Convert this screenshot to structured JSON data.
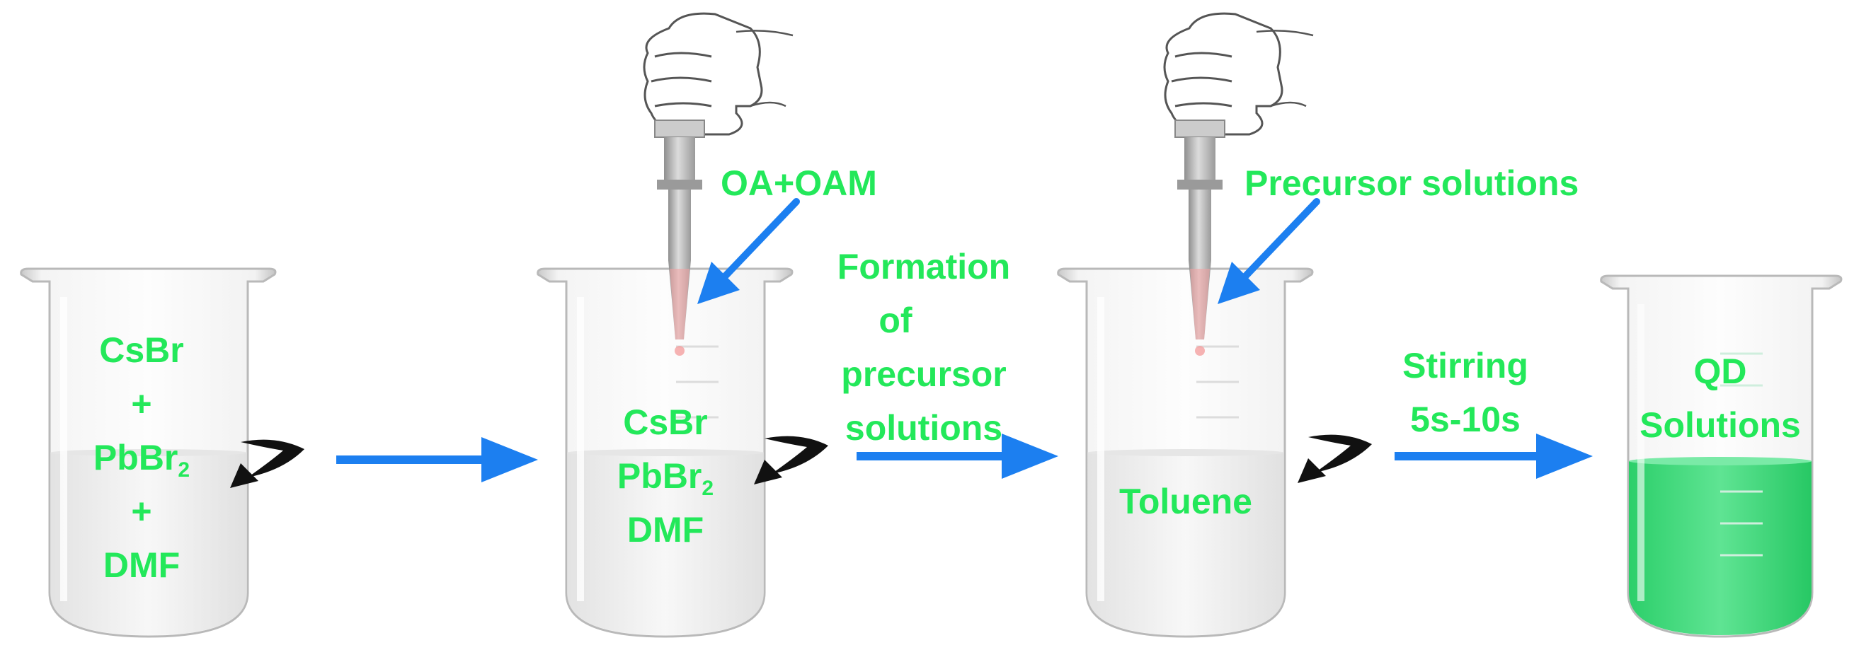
{
  "colors": {
    "label_green": "#23e85a",
    "flow_arrow_blue": "#1c7ff0",
    "stir_arrow_black": "#111111",
    "qd_solution_green": "#3fdc7e",
    "pipette_tip_red": "#f4a0a0"
  },
  "beakers": [
    {
      "id": "beaker-1",
      "lines": [
        "CsBr",
        "+",
        "PbBr",
        "+",
        "DMF"
      ],
      "subscript": "2",
      "subscript_line": 2,
      "liquid": "clear"
    },
    {
      "id": "beaker-2",
      "lines": [
        "CsBr",
        "PbBr",
        "DMF"
      ],
      "subscript": "2",
      "subscript_line": 1,
      "liquid": "clear"
    },
    {
      "id": "beaker-3",
      "lines": [
        "Toluene"
      ],
      "liquid": "clear"
    },
    {
      "id": "beaker-4",
      "lines": [
        "QD",
        "Solutions"
      ],
      "liquid": "green"
    }
  ],
  "pipette_labels": {
    "step2": "OA+OAM",
    "step3": "Precursor solutions"
  },
  "step_labels": {
    "formation": [
      "Formation",
      "of",
      "precursor",
      "solutions"
    ],
    "stirring": [
      "Stirring",
      "5s-10s"
    ]
  },
  "icons": {
    "flow": "right-arrow-icon",
    "stir": "stir-arrow-icon",
    "hand": "hand-pipette-icon"
  }
}
